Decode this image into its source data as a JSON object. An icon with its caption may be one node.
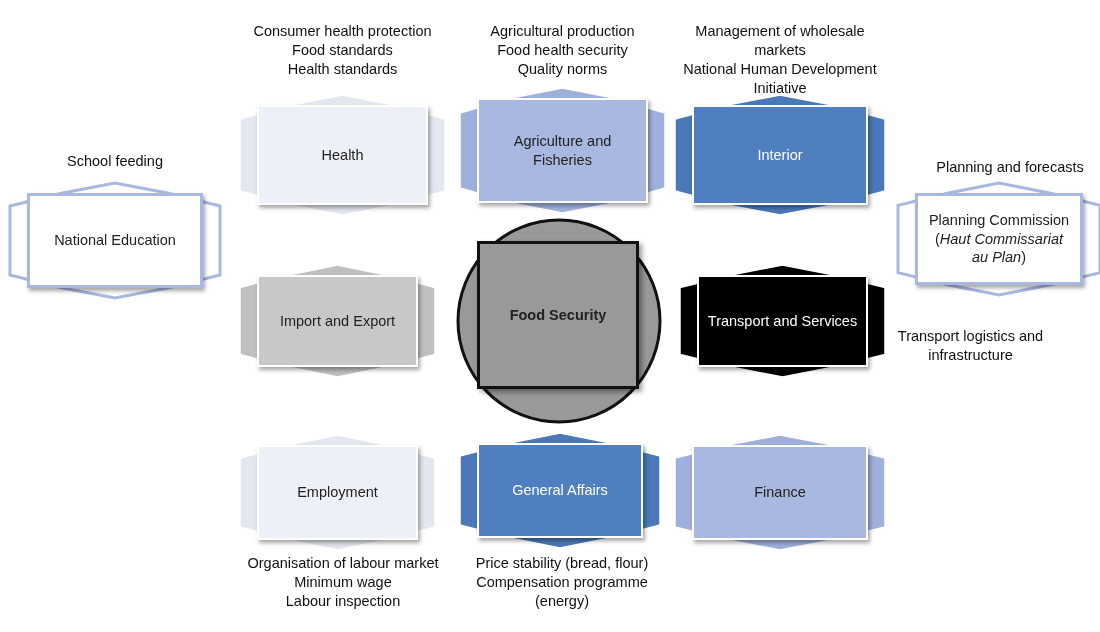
{
  "diagram": {
    "nodes": [
      {
        "text": [
          "Health"
        ],
        "beside": [
          "Consumer health protection",
          "Food standards",
          "Health standards"
        ]
      },
      {
        "text": [
          "Agriculture and Fisheries"
        ],
        "beside": [
          "Agricultural production",
          "Food health security",
          "Quality norms"
        ]
      },
      {
        "text": [
          "Interior"
        ],
        "beside": [
          "Management of wholesale markets",
          "National Human Development Initiative"
        ]
      },
      {
        "text": [
          "National Education"
        ],
        "beside": [
          "School feeding"
        ]
      },
      {
        "text": [
          "Planning Commission (*Haut Commissariat au Plan*)"
        ],
        "beside": [
          "Planning and forecasts"
        ]
      },
      {
        "text": [
          "Import and Export"
        ]
      },
      {
        "text": [],
        "shape": "circle"
      },
      {
        "text": [
          "Food Security"
        ],
        "in": 6
      },
      {
        "text": [
          "Transport and Services"
        ],
        "beside": [
          "Transport logistics and infrastructure"
        ]
      },
      {
        "text": [
          "Employment"
        ],
        "beside": [
          "Organisation of labour market",
          "Minimum wage",
          "Labour inspection"
        ]
      },
      {
        "text": [
          "General Affairs"
        ],
        "beside": [
          "Price stability (bread, flour)",
          "Compensation programme (energy)"
        ]
      },
      {
        "text": [
          "Finance"
        ]
      }
    ]
  }
}
